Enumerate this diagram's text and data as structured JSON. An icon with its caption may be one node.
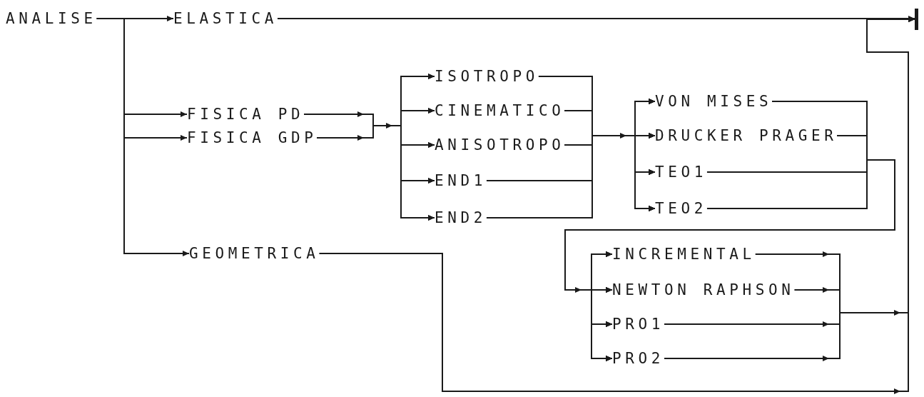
{
  "diagram": {
    "nodes": [
      {
        "text": [
          "ANALISE"
        ]
      },
      {
        "text": [
          "ELASTICA"
        ]
      },
      {
        "text": [
          "FISICA PD"
        ]
      },
      {
        "text": [
          "FISICA GDP"
        ]
      },
      {
        "text": [
          "ISOTROPO"
        ]
      },
      {
        "text": [
          "CINEMATICO"
        ]
      },
      {
        "text": [
          "ANISOTROPO"
        ]
      },
      {
        "text": [
          "END1"
        ]
      },
      {
        "text": [
          "END2"
        ]
      },
      {
        "text": [
          "VON MISES"
        ]
      },
      {
        "text": [
          "DRUCKER PRAGER"
        ]
      },
      {
        "text": [
          "TEO1"
        ]
      },
      {
        "text": [
          "TEO2"
        ]
      },
      {
        "text": [
          "INCREMENTAL"
        ]
      },
      {
        "text": [
          "NEWTON RAPHSON"
        ]
      },
      {
        "text": [
          "PRO1"
        ]
      },
      {
        "text": [
          "PRO2"
        ]
      },
      {
        "text": [
          "GEOMETRICA"
        ]
      },
      {
        "text": [],
        "shape": "bar"
      }
    ],
    "edges": [
      {
        "from": 0,
        "to": 1,
        "arrow": "to"
      },
      {
        "from": 0,
        "to": 2,
        "arrow": "to"
      },
      {
        "from": 0,
        "to": 3,
        "arrow": "to"
      },
      {
        "from": 0,
        "to": 17,
        "arrow": "to"
      },
      {
        "from": 1,
        "to": 18,
        "arrow": "to"
      },
      {
        "from": 2,
        "to": 4,
        "arrow": "to"
      },
      {
        "from": 2,
        "to": 5,
        "arrow": "to"
      },
      {
        "from": 2,
        "to": 6,
        "arrow": "to"
      },
      {
        "from": 2,
        "to": 7,
        "arrow": "to"
      },
      {
        "from": 2,
        "to": 8,
        "arrow": "to"
      },
      {
        "from": 3,
        "to": 4,
        "arrow": "to"
      },
      {
        "from": 3,
        "to": 5,
        "arrow": "to"
      },
      {
        "from": 3,
        "to": 6,
        "arrow": "to"
      },
      {
        "from": 3,
        "to": 7,
        "arrow": "to"
      },
      {
        "from": 3,
        "to": 8,
        "arrow": "to"
      },
      {
        "from": 4,
        "to": 9,
        "arrow": "to"
      },
      {
        "from": 4,
        "to": 10,
        "arrow": "to"
      },
      {
        "from": 4,
        "to": 11,
        "arrow": "to"
      },
      {
        "from": 4,
        "to": 12,
        "arrow": "to"
      },
      {
        "from": 5,
        "to": 9,
        "arrow": "to"
      },
      {
        "from": 5,
        "to": 10,
        "arrow": "to"
      },
      {
        "from": 5,
        "to": 11,
        "arrow": "to"
      },
      {
        "from": 5,
        "to": 12,
        "arrow": "to"
      },
      {
        "from": 6,
        "to": 9,
        "arrow": "to"
      },
      {
        "from": 6,
        "to": 10,
        "arrow": "to"
      },
      {
        "from": 6,
        "to": 11,
        "arrow": "to"
      },
      {
        "from": 6,
        "to": 12,
        "arrow": "to"
      },
      {
        "from": 7,
        "to": 9,
        "arrow": "to"
      },
      {
        "from": 7,
        "to": 10,
        "arrow": "to"
      },
      {
        "from": 7,
        "to": 11,
        "arrow": "to"
      },
      {
        "from": 7,
        "to": 12,
        "arrow": "to"
      },
      {
        "from": 8,
        "to": 9,
        "arrow": "to"
      },
      {
        "from": 8,
        "to": 10,
        "arrow": "to"
      },
      {
        "from": 8,
        "to": 11,
        "arrow": "to"
      },
      {
        "from": 8,
        "to": 12,
        "arrow": "to"
      },
      {
        "from": 9,
        "to": 13,
        "arrow": "to"
      },
      {
        "from": 9,
        "to": 14,
        "arrow": "to"
      },
      {
        "from": 9,
        "to": 15,
        "arrow": "to"
      },
      {
        "from": 9,
        "to": 16,
        "arrow": "to"
      },
      {
        "from": 10,
        "to": 13,
        "arrow": "to"
      },
      {
        "from": 10,
        "to": 14,
        "arrow": "to"
      },
      {
        "from": 10,
        "to": 15,
        "arrow": "to"
      },
      {
        "from": 10,
        "to": 16,
        "arrow": "to"
      },
      {
        "from": 11,
        "to": 13,
        "arrow": "to"
      },
      {
        "from": 11,
        "to": 14,
        "arrow": "to"
      },
      {
        "from": 11,
        "to": 15,
        "arrow": "to"
      },
      {
        "from": 11,
        "to": 16,
        "arrow": "to"
      },
      {
        "from": 12,
        "to": 13,
        "arrow": "to"
      },
      {
        "from": 12,
        "to": 14,
        "arrow": "to"
      },
      {
        "from": 12,
        "to": 15,
        "arrow": "to"
      },
      {
        "from": 12,
        "to": 16,
        "arrow": "to"
      },
      {
        "from": 13,
        "to": 18,
        "arrow": "to"
      },
      {
        "from": 14,
        "to": 18,
        "arrow": "to"
      },
      {
        "from": 15,
        "to": 18,
        "arrow": "to"
      },
      {
        "from": 16,
        "to": 18,
        "arrow": "to"
      },
      {
        "from": 17,
        "to": 18,
        "arrow": "to"
      }
    ]
  }
}
